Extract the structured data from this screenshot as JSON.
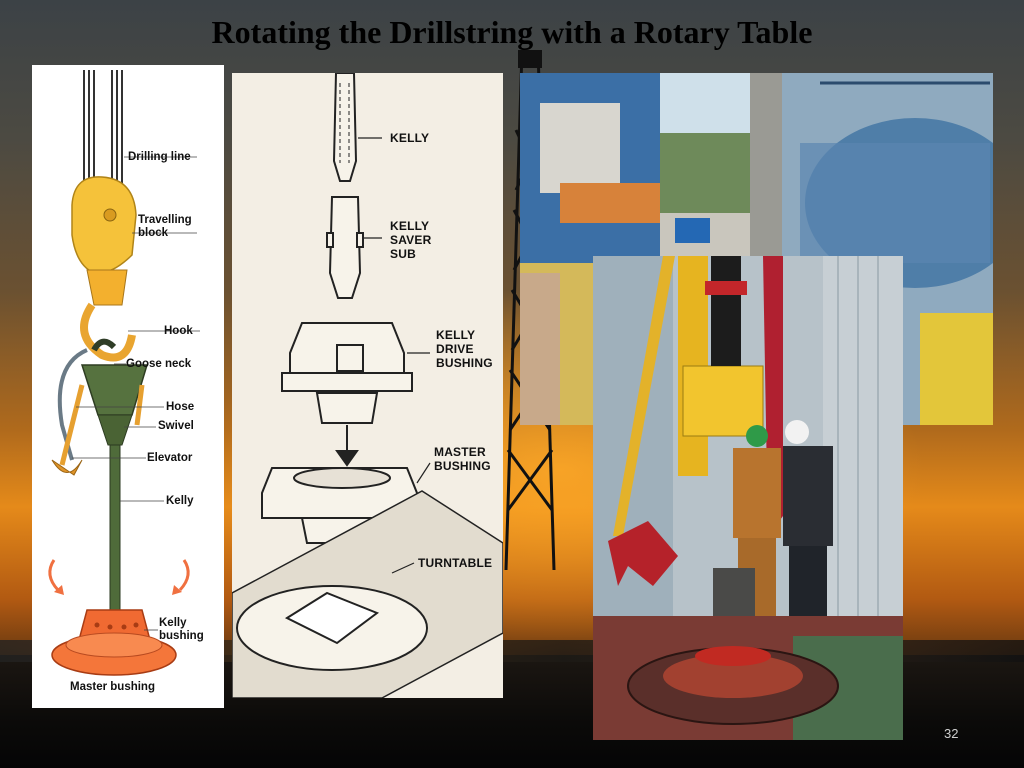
{
  "slide": {
    "title": "Rotating the Drillstring with a Rotary Table",
    "page_number": "32"
  },
  "rig_diagram": {
    "labels": [
      "Drilling line",
      "Travelling block",
      "Hook",
      "Goose neck",
      "Hose",
      "Swivel",
      "Elevator",
      "Kelly",
      "Kelly bushing",
      "Master bushing"
    ]
  },
  "exploded_diagram": {
    "labels": [
      "KELLY",
      "KELLY SAVER SUB",
      "KELLY DRIVE BUSHING",
      "MASTER BUSHING",
      "TURNTABLE"
    ]
  },
  "colors": {
    "block_yellow": "#f5c23a",
    "kelly_green": "#4f6b3a",
    "bushing_orange": "#f06a32",
    "sunset_orange": "#e58a1a"
  }
}
